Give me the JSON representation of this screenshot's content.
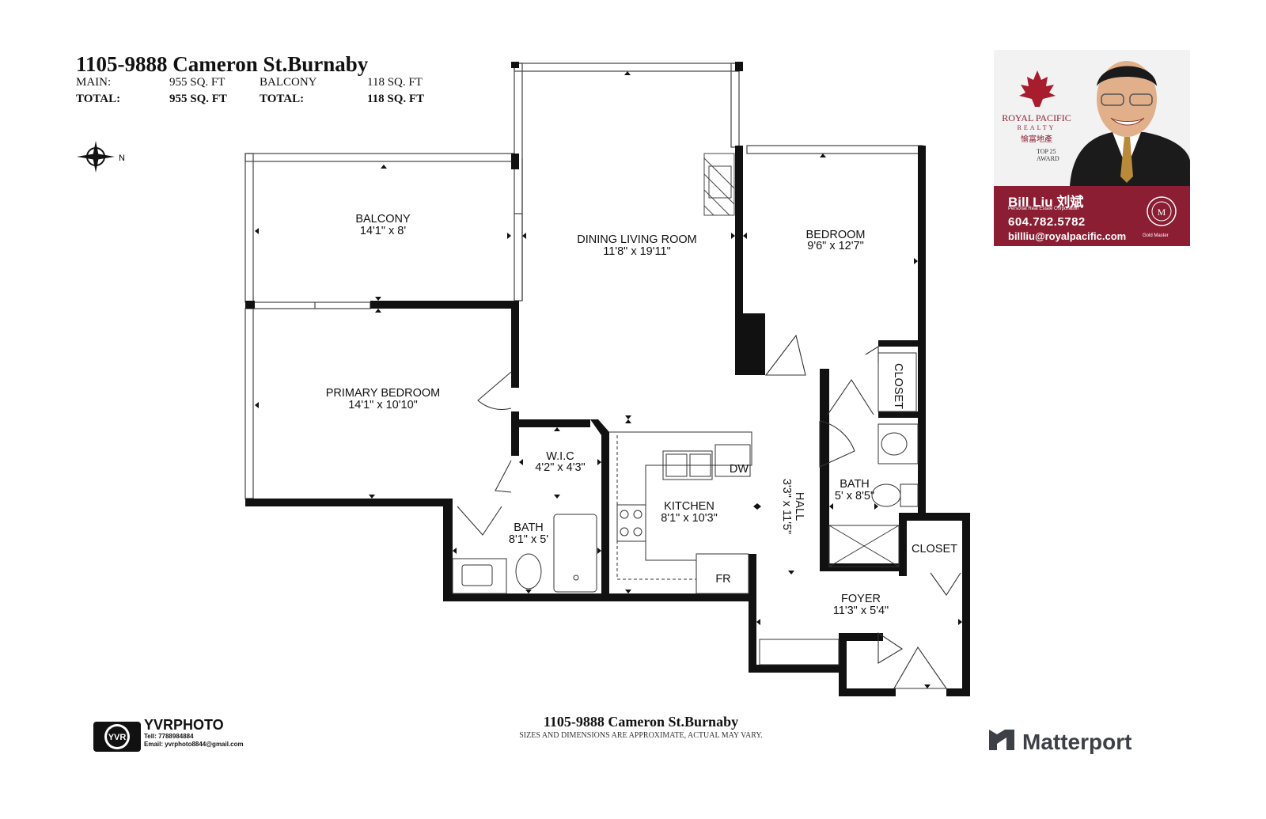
{
  "header": {
    "title": "1105-9888 Cameron St.Burnaby",
    "main_label": "MAIN:",
    "main_value": "955 SQ. FT",
    "balcony_label": "BALCONY",
    "balcony_value": "118 SQ. FT",
    "total_label": "TOTAL:",
    "total_value": "955 SQ. FT",
    "total2_label": "TOTAL:",
    "total2_value": "118 SQ. FT"
  },
  "compass": {
    "direction": "N",
    "icon": "compass-icon"
  },
  "rooms": {
    "balcony": {
      "name": "BALCONY",
      "dims": "14'1\" x 8'"
    },
    "dining_living": {
      "name": "DINING LIVING ROOM",
      "dims": "11'8\" x 19'11\""
    },
    "bedroom": {
      "name": "BEDROOM",
      "dims": "9'6\" x 12'7\""
    },
    "primary_bedroom": {
      "name": "PRIMARY BEDROOM",
      "dims": "14'1\" x 10'10\""
    },
    "wic": {
      "name": "W.I.C",
      "dims": "4'2\" x 4'3\""
    },
    "kitchen": {
      "name": "KITCHEN",
      "dims": "8'1\" x 10'3\""
    },
    "hall": {
      "name": "HALL",
      "dims": "3'3\" x 11'5\""
    },
    "bath_main": {
      "name": "BATH",
      "dims": "8'1\" x 5'"
    },
    "bath_ensuite": {
      "name": "BATH",
      "dims": "5' x 8'5\""
    },
    "closet_1": {
      "name": "CLOSET"
    },
    "closet_2": {
      "name": "CLOSET"
    },
    "foyer": {
      "name": "FOYER",
      "dims": "11'3\" x 5'4\""
    },
    "dw": "DW",
    "fr": "FR"
  },
  "agent": {
    "brand": "ROYAL PACIFIC",
    "brand_sub": "REALTY",
    "brand_cn": "愉富地產",
    "award_line1": "TOP 25",
    "award_line2": "AWARD",
    "name": "Bill Liu 刘斌",
    "corp": "Personal Real Estate Corporation",
    "phone": "604.782.5782",
    "email": "billliu@royalpacific.com",
    "badge": "Gold Master",
    "colors": {
      "brand": "#8b1e33"
    }
  },
  "footer": {
    "title": "1105-9888 Cameron St.Burnaby",
    "note": "SIZES AND DIMENSIONS ARE APPROXIMATE, ACTUAL MAY VARY."
  },
  "photographer": {
    "logo_text": "YVR",
    "brand": "YVRPHOTO",
    "tel": "Tell:  7788984884",
    "email": "Email:  yvrphoto8844@gmail.com"
  },
  "matterport": {
    "name": "Matterport",
    "icon": "matterport-logo-icon"
  }
}
